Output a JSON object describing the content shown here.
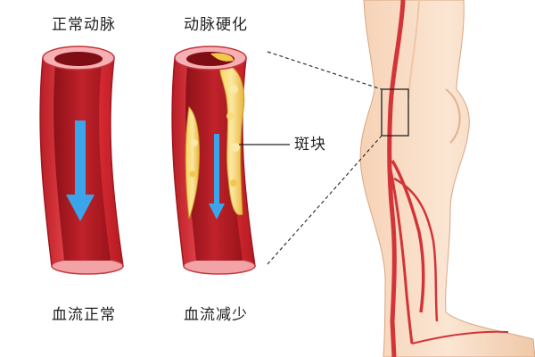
{
  "labels": {
    "normal_artery": "正常动脉",
    "atherosclerosis": "动脉硬化",
    "plaque": "斑块",
    "flow_normal": "血流正常",
    "flow_reduced": "血流减少"
  },
  "colors": {
    "artery_wall": "#d7262f",
    "artery_lumen": "#a3161e",
    "vessel_rim": "#f5a3a8",
    "plaque": "#f4c84a",
    "flow_arrow": "#3aa5ea",
    "leg_skin": "#f8dcc4",
    "leg_vein": "#d23438"
  },
  "icons": {
    "flow_normal": "arrow-down-icon",
    "flow_reduced": "arrow-down-icon"
  }
}
